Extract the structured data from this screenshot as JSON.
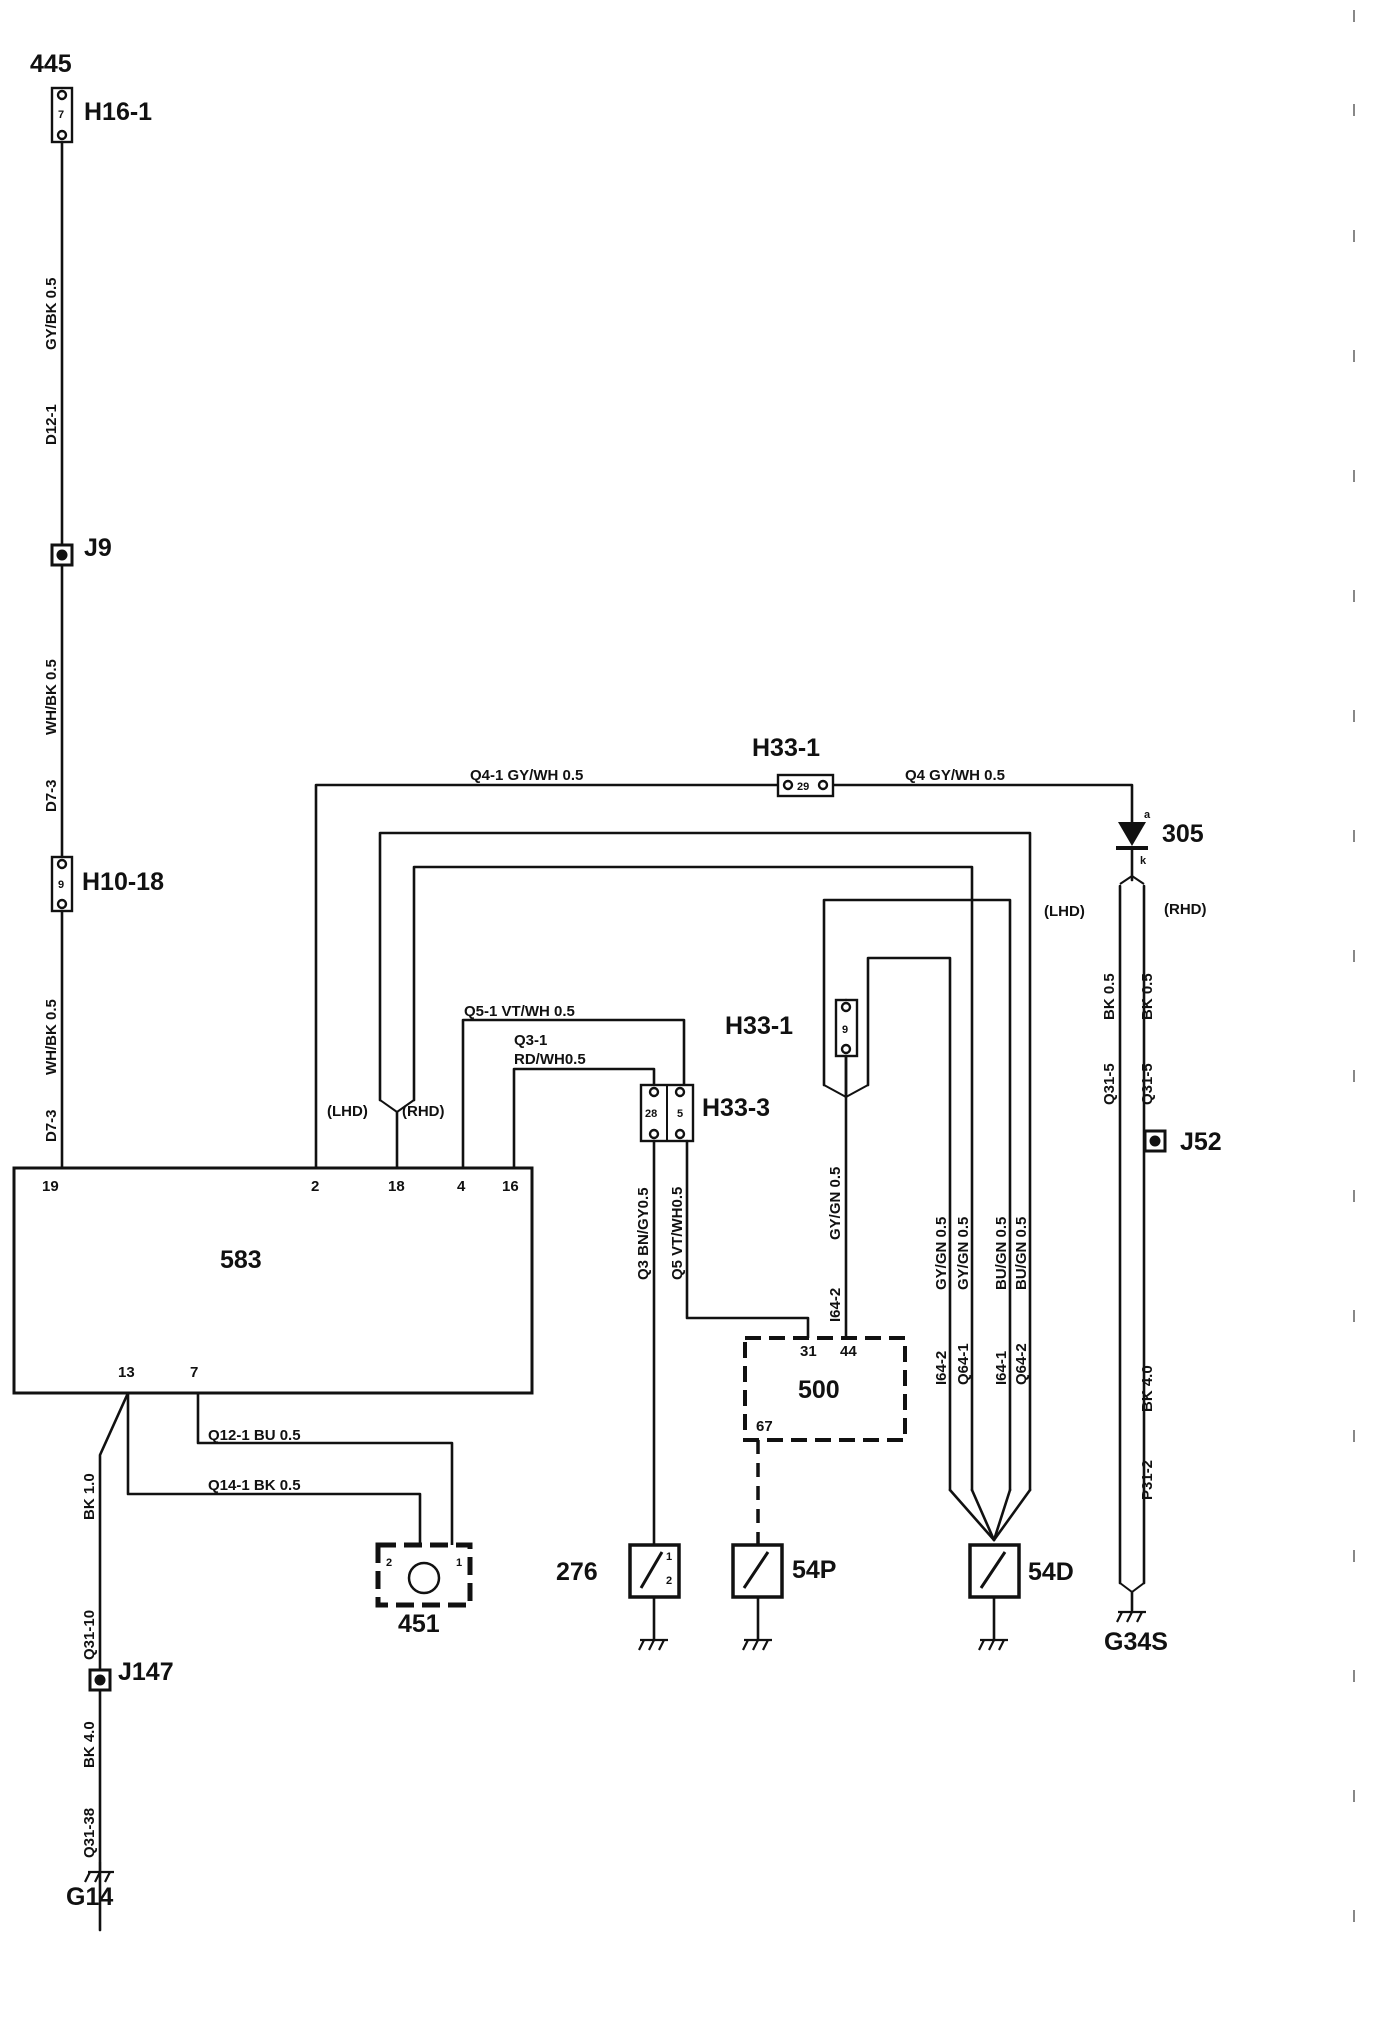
{
  "components": {
    "c445": "445",
    "h16_1": "H16-1",
    "h16_1_pin": "7",
    "j9": "J9",
    "h10_18": "H10-18",
    "h10_18_pin": "9",
    "ecu_583": "583",
    "ecu_500": "500",
    "h33_1_top": "H33-1",
    "h33_1_top_pin": "29",
    "h33_1_mid": "H33-1",
    "h33_1_mid_pin": "9",
    "h33_3": "H33-3",
    "h33_3_pin_a": "28",
    "h33_3_pin_b": "5",
    "diode_305": "305",
    "j52": "J52",
    "j147": "J147",
    "motor_451": "451",
    "motor_451_pin_a": "2",
    "motor_451_pin_b": "1",
    "switch_276": "276",
    "switch_54p": "54P",
    "switch_54d": "54D",
    "ground_g14": "G14",
    "ground_g34s": "G34S",
    "switch_276_pin_a": "1",
    "switch_276_pin_b": "2"
  },
  "pins": {
    "p583_19": "19",
    "p583_2": "2",
    "p583_18": "18",
    "p583_4": "4",
    "p583_16": "16",
    "p583_13": "13",
    "p583_7": "7",
    "p500_31": "31",
    "p500_44": "44",
    "p500_67": "67",
    "p305_a": "a",
    "p305_k": "k"
  },
  "wires": {
    "w_gybk": "GY/BK 0.5",
    "w_d12": "D12-1",
    "w_whbk_1": "WH/BK 0.5",
    "w_d7_a": "D7-3",
    "w_whbk_2": "WH/BK 0.5",
    "w_d7_b": "D7-3",
    "w_q4_1": "Q4-1  GY/WH 0.5",
    "w_q4": "Q4  GY/WH 0.5",
    "w_q5_1": "Q5-1  VT/WH 0.5",
    "w_q3_1a": "Q3-1",
    "w_q3_1b": "RD/WH0.5",
    "w_q3": "Q3 BN/GY0.5",
    "w_q5": "Q5 VT/WH0.5",
    "w_gygn": "GY/GN 0.5",
    "w_i64_2": "I64-2",
    "w_col1": "GY/GN 0.5",
    "w_col1b": "I64-2",
    "w_col2": "GY/GN 0.5",
    "w_col2b": "Q64-1",
    "w_col3": "BU/GN 0.5",
    "w_col3b": "I64-1",
    "w_col4": "BU/GN 0.5",
    "w_col4b": "Q64-2",
    "w_q12": "Q12-1   BU    0.5",
    "w_q14": "Q14-1   BK    0.5",
    "w_bk10": "BK 1.0",
    "w_q31_10": "Q31-10",
    "w_bk40_l": "BK 4.0",
    "w_q31_38": "Q31-38",
    "w_lhd_l": "(LHD)",
    "w_rhd_l": "(RHD)",
    "w_lhd_r": "(LHD)",
    "w_rhd_r": "(RHD)",
    "w_bk05_a": "BK 0.5",
    "w_q31_5a": "Q31-5",
    "w_bk05_b": "BK 0.5",
    "w_q31_5b": "Q31-5",
    "w_bk40_r": "BK 4.0",
    "w_p31_2": "P31-2"
  }
}
